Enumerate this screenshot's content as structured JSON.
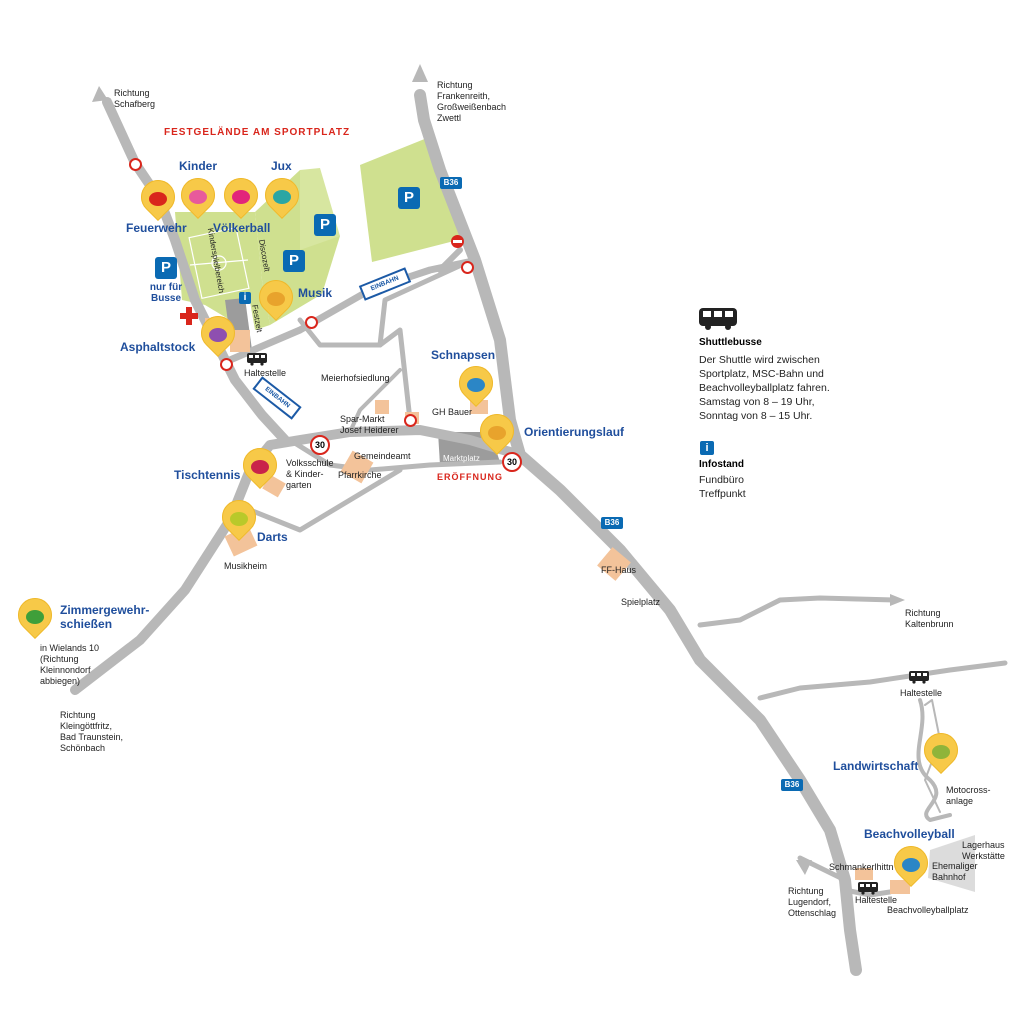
{
  "title": "FESTGELÄNDE AM SPORTPLATZ",
  "directions": {
    "schafberg": "Richtung\nSchafberg",
    "frankenreith": "Richtung\nFrankenreith,\nGroßweißenbach\nZwettl",
    "kaltenbrunn": "Richtung\nKaltenbrunn",
    "lugendorf": "Richtung\nLugendorf,\nOttenschlag",
    "kleingoettfritz": "Richtung\nKleingöttfritz,\nBad Traunstein,\nSchönbach"
  },
  "events": {
    "kinder": "Kinder",
    "jux": "Jux",
    "feuerwehr": "Feuerwehr",
    "voelkerball": "Völkerball",
    "musik": "Musik",
    "asphaltstock": "Asphaltstock",
    "schnapsen": "Schnapsen",
    "orientierungslauf": "Orientierungslauf",
    "tischtennis": "Tischtennis",
    "darts": "Darts",
    "zimmergewehr": "Zimmergewehr-\nschießen",
    "landwirtschaft": "Landwirtschaft",
    "beachvolleyball": "Beachvolleyball"
  },
  "eroeffnung": "ERÖFFNUNG",
  "parking": {
    "symbol": "P",
    "bus_note": "nur für\nBusse"
  },
  "places": {
    "kinderspielbereich": "Kinderspielbereich",
    "discozelt": "Discozelt",
    "festzelt": "Festzelt",
    "haltestelle_top": "Haltestelle",
    "meierhofsiedlung": "Meierhofsiedlung",
    "gh_bauer": "GH Bauer",
    "spar_markt": "Spar-Markt\nJosef Heiderer",
    "gemeindeamt": "Gemeindeamt",
    "marktplatz": "Marktplatz",
    "volksschule": "Volksschule\n& Kinder-\ngarten",
    "pfarrkirche": "Pfarrkirche",
    "musikheim": "Musikheim",
    "ff_haus": "FF-Haus",
    "spielplatz": "Spielplatz",
    "zimmer_note": "in Wielands 10\n(Richtung\nKleinnondorf\nabbiegen)",
    "haltestelle_right": "Haltestelle",
    "motocross": "Motocross-\nanlage",
    "lagerhaus": "Lagerhaus\nWerkstätte",
    "bahnhof": "Ehemaliger\nBahnhof",
    "schmankerl": "Schmankerlhittn",
    "haltestelle_bottom": "Haltestelle",
    "beachvolleyballplatz": "Beachvolleyballplatz"
  },
  "signs": {
    "einbahn": "EINBAHN",
    "b36": "B36",
    "speed": "30",
    "info": "i"
  },
  "legend": {
    "shuttle_title": "Shuttlebusse",
    "shuttle_text": "Der Shuttle wird zwischen\nSportplatz, MSC-Bahn und\nBeachvolleyballplatz fahren.\nSamstag von 8 – 19 Uhr,\nSonntag von 8 – 15 Uhr.",
    "info_title": "Infostand",
    "info_text": "Fundbüro\nTreffpunkt"
  },
  "colors": {
    "road": "#b8b8b8",
    "field": "#cfe08f",
    "building": "#f3c39a",
    "accent_blue": "#1f4e9c",
    "red": "#d9261c",
    "pin": "#f7c948"
  }
}
